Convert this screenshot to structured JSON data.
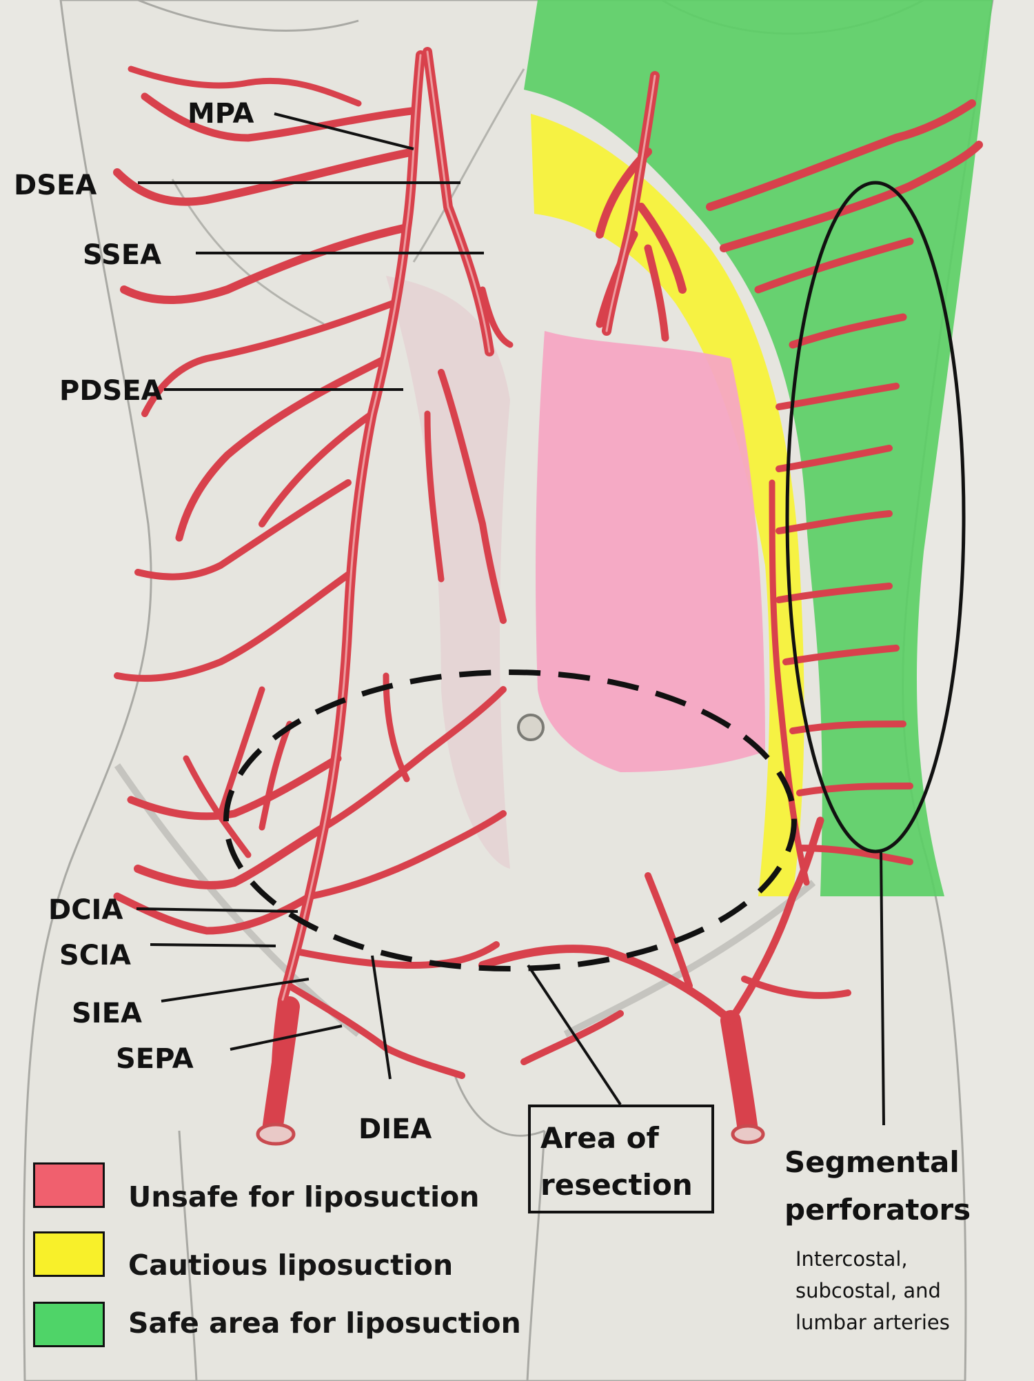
{
  "labels": {
    "mpa": "MPA",
    "dsea": "DSEA",
    "ssea": "SSEA",
    "pdsea": "PDSEA",
    "dcia": "DCIA",
    "scia": "SCIA",
    "siea": "SIEA",
    "sepa": "SEPA",
    "diea": "DIEA"
  },
  "resection": {
    "line1": "Area of",
    "line2": "resection"
  },
  "segmental": {
    "title1": "Segmental",
    "title2": "perforators",
    "sub1": "Intercostal,",
    "sub2": "subcostal, and",
    "sub3": "lumbar arteries"
  },
  "legend": [
    {
      "label": "Unsafe for liposuction",
      "color": "#f0606e"
    },
    {
      "label": "Cautious liposuction",
      "color": "#f8f02a"
    },
    {
      "label": "Safe area for liposuction",
      "color": "#4fd468"
    }
  ],
  "colors": {
    "vessel": "#d8414c",
    "vessel_light": "#f3b3b4",
    "safe_zone": "#5ccf66",
    "caution_zone": "#f7f23a",
    "unsafe_zone": "#f6a7c3",
    "outline": "#a9a9a4"
  }
}
